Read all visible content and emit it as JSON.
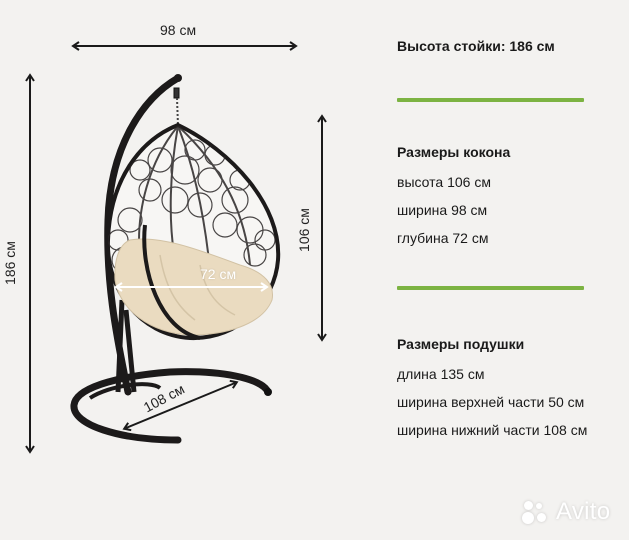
{
  "dimensions": {
    "width_label": "98 см",
    "total_height_label": "186 см",
    "cocoon_height_label": "106 см",
    "depth_label": "72 см",
    "base_label": "108 см"
  },
  "specs": {
    "stand_height": "Высота стойки: 186 см",
    "cocoon": {
      "title": "Размеры кокона",
      "lines": [
        "высота 106 см",
        "ширина 98 см",
        "глубина 72 см"
      ]
    },
    "cushion": {
      "title": "Размеры подушки",
      "lines": [
        "длина 135 см",
        "ширина верхней части 50 см",
        "ширина нижний части 108 см"
      ]
    }
  },
  "colors": {
    "background": "#f3f2f0",
    "divider": "#7cb342",
    "frame": "#1c1a1a",
    "cushion": "#eadbc0"
  },
  "watermark": {
    "text": "Avito",
    "icon": "avito-dots-icon"
  }
}
